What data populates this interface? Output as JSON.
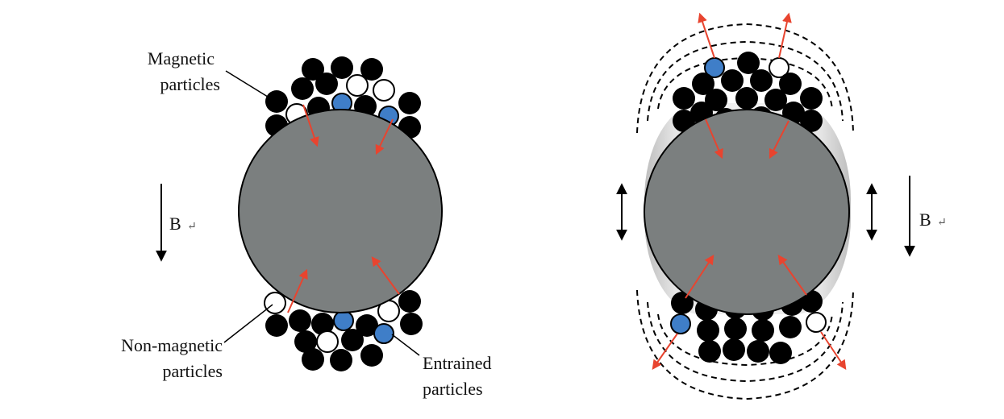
{
  "labels": {
    "magnetic_line1": "Magnetic",
    "magnetic_line2": "particles",
    "nonmagnetic_line1": "Non-magnetic",
    "nonmagnetic_line2": "particles",
    "entrained_line1": "Entrained",
    "entrained_line2": "particles",
    "field_left": "B",
    "field_right": "B",
    "return_mark": "↵"
  },
  "colors": {
    "sphere": "#7b7f7f",
    "magnetic": "#000000",
    "entrained": "#3f7ec8",
    "nonmagnetic": "#ffffff",
    "force_arrow": "#e8442f",
    "halo": "#c8c8c8"
  }
}
